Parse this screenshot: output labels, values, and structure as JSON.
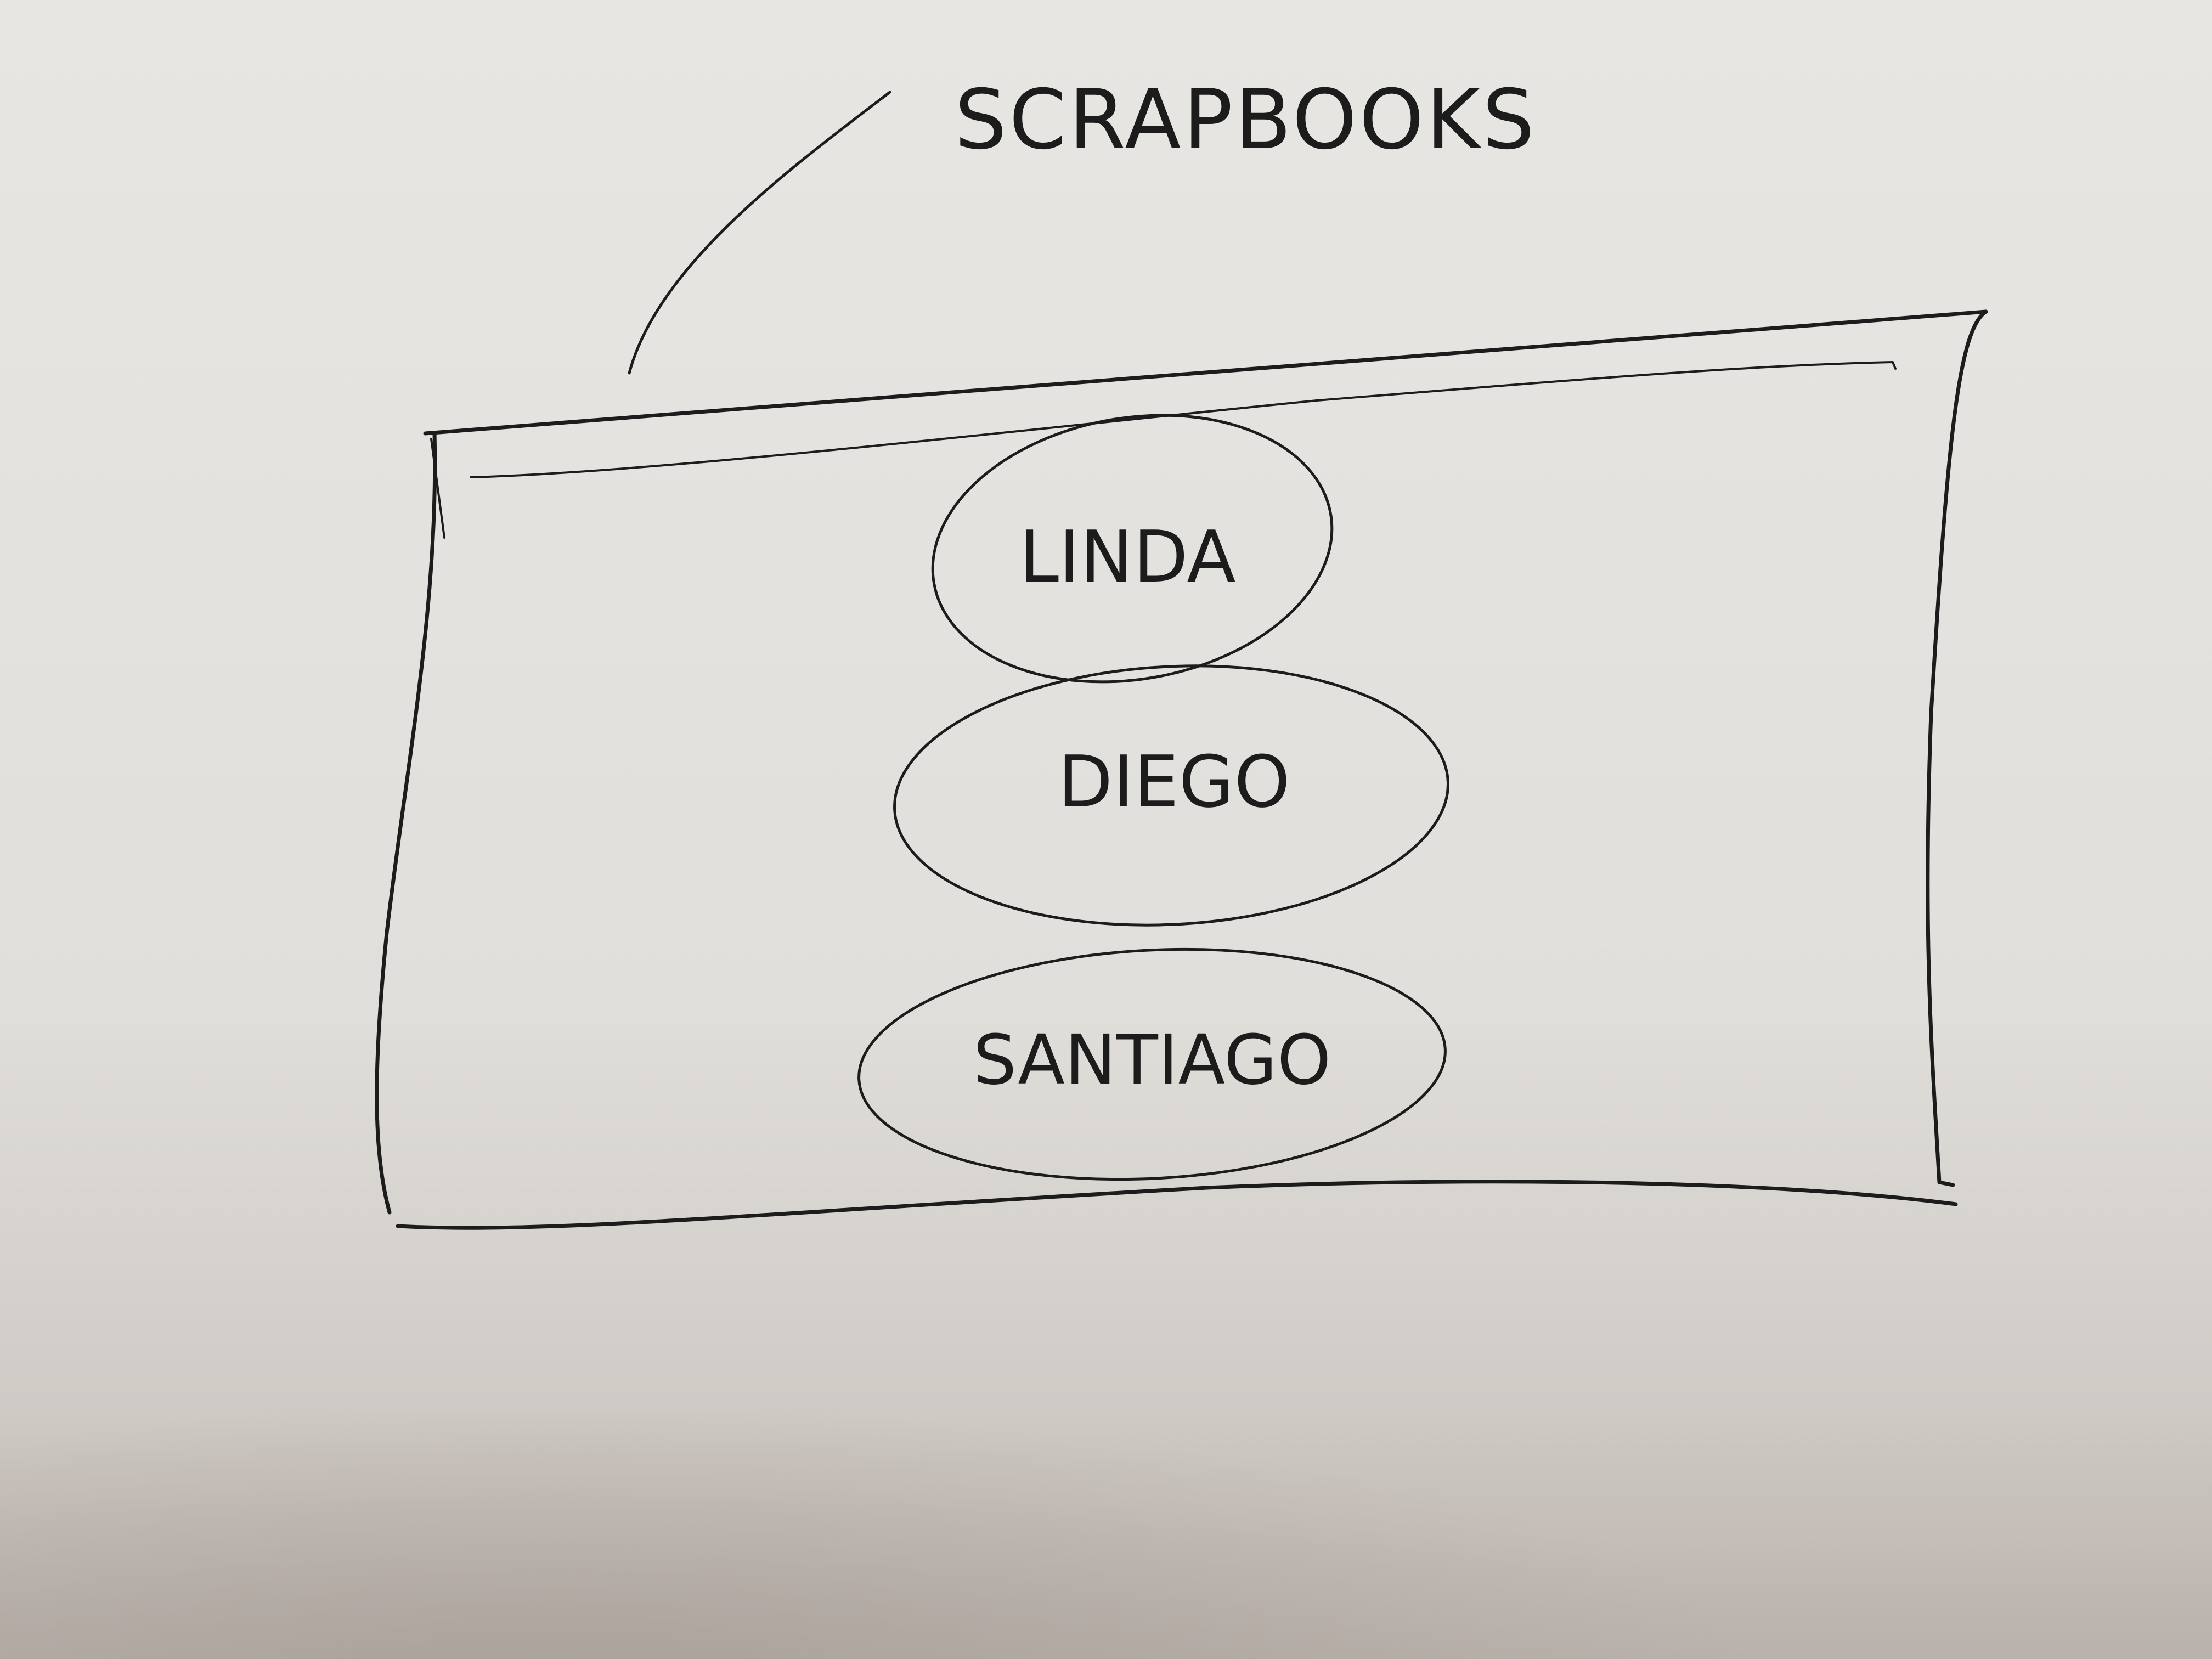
{
  "title_label": "SCRAPBOOKS",
  "scrapbooks": [
    {
      "name": "LINDA"
    },
    {
      "name": "DIEGO"
    },
    {
      "name": "SANTIAGO"
    }
  ],
  "colors": {
    "paper": "#e4e2df",
    "ink": "#1c1c1c"
  }
}
